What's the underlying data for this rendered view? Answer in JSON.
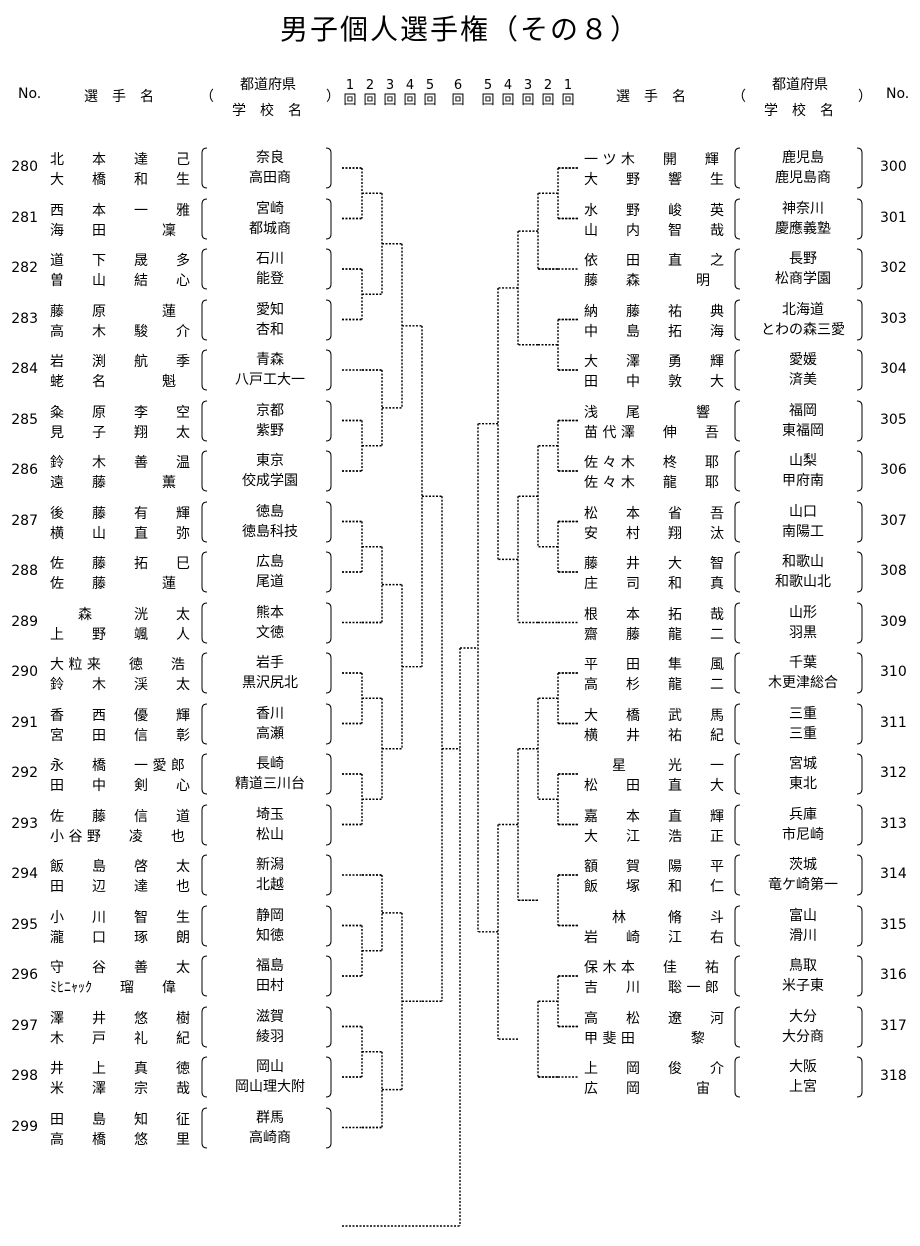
{
  "title": "男子個人選手権（その８）",
  "header": {
    "no": "No.",
    "name": "選　手　名",
    "paren_open": "（",
    "paren_close": "）",
    "pref": "都道府県",
    "school": "学　校　名",
    "rounds_left": [
      "1\n回",
      "2\n回",
      "3\n回",
      "4\n回",
      "5\n回",
      "6\n回"
    ],
    "rounds_right": [
      "5\n回",
      "4\n回",
      "3\n回",
      "2\n回",
      "1\n回"
    ]
  },
  "left": [
    {
      "no": "280",
      "p1": "北　　本　　達　　己",
      "p2": "大　　橋　　和　　生",
      "pref": "奈良",
      "school": "高田商"
    },
    {
      "no": "281",
      "p1": "西　　本　　一　　雅",
      "p2": "海　　田　　　　凜",
      "pref": "宮崎",
      "school": "都城商"
    },
    {
      "no": "282",
      "p1": "道　　下　　晟　　多",
      "p2": "曽　　山　　結　　心",
      "pref": "石川",
      "school": "能登"
    },
    {
      "no": "283",
      "p1": "藤　　原　　　　蓮",
      "p2": "高　　木　　駿　　介",
      "pref": "愛知",
      "school": "杏和"
    },
    {
      "no": "284",
      "p1": "岩　　渕　　航　　季",
      "p2": "蛯　　名　　　　魁",
      "pref": "青森",
      "school": "八戸工大一"
    },
    {
      "no": "285",
      "p1": "粂　　原　　李　　空",
      "p2": "見　　子　　翔　　太",
      "pref": "京都",
      "school": "紫野"
    },
    {
      "no": "286",
      "p1": "鈴　　木　　善　　温",
      "p2": "遠　　藤　　　　薫",
      "pref": "東京",
      "school": "佼成学園"
    },
    {
      "no": "287",
      "p1": "後　　藤　　有　　輝",
      "p2": "横　　山　　直　　弥",
      "pref": "徳島",
      "school": "徳島科技"
    },
    {
      "no": "288",
      "p1": "佐　　藤　　拓　　巳",
      "p2": "佐　　藤　　　　蓮",
      "pref": "広島",
      "school": "尾道"
    },
    {
      "no": "289",
      "p1": "　　森　　　洸　　太",
      "p2": "上　　野　　颯　　人",
      "pref": "熊本",
      "school": "文徳"
    },
    {
      "no": "290",
      "p1": "大 粒 来　　徳　　浩",
      "p2": "鈴　　木　　渓　　太",
      "pref": "岩手",
      "school": "黒沢尻北"
    },
    {
      "no": "291",
      "p1": "香　　西　　優　　輝",
      "p2": "宮　　田　　信　　彰",
      "pref": "香川",
      "school": "高瀬"
    },
    {
      "no": "292",
      "p1": "永　　橋　　一 愛 郎",
      "p2": "田　　中　　剣　　心",
      "pref": "長崎",
      "school": "精道三川台"
    },
    {
      "no": "293",
      "p1": "佐　　藤　　信　　道",
      "p2": "小 谷 野　　凌　　也",
      "pref": "埼玉",
      "school": "松山"
    },
    {
      "no": "294",
      "p1": "飯　　島　　啓　　太",
      "p2": "田　　辺　　達　　也",
      "pref": "新潟",
      "school": "北越"
    },
    {
      "no": "295",
      "p1": "小　　川　　智　　生",
      "p2": "瀧　　口　　琢　　朗",
      "pref": "静岡",
      "school": "知徳"
    },
    {
      "no": "296",
      "p1": "守　　谷　　善　　太",
      "p2": "ﾐﾋﾆｬｯｸ　　瑠　　偉",
      "pref": "福島",
      "school": "田村"
    },
    {
      "no": "297",
      "p1": "澤　　井　　悠　　樹",
      "p2": "木　　戸　　礼　　紀",
      "pref": "滋賀",
      "school": "綾羽"
    },
    {
      "no": "298",
      "p1": "井　　上　　真　　徳",
      "p2": "米　　澤　　宗　　哉",
      "pref": "岡山",
      "school": "岡山理大附"
    },
    {
      "no": "299",
      "p1": "田　　島　　知　　征",
      "p2": "高　　橋　　悠　　里",
      "pref": "群馬",
      "school": "高崎商"
    }
  ],
  "right": [
    {
      "no": "300",
      "p1": "一 ツ 木　　開　　輝",
      "p2": "大　　野　　響　　生",
      "pref": "鹿児島",
      "school": "鹿児島商"
    },
    {
      "no": "301",
      "p1": "水　　野　　峻　　英",
      "p2": "山　　内　　智　　哉",
      "pref": "神奈川",
      "school": "慶應義塾"
    },
    {
      "no": "302",
      "p1": "依　　田　　直　　之",
      "p2": "藤　　森　　　　明",
      "pref": "長野",
      "school": "松商学園"
    },
    {
      "no": "303",
      "p1": "納　　藤　　祐　　典",
      "p2": "中　　島　　拓　　海",
      "pref": "北海道",
      "school": "とわの森三愛"
    },
    {
      "no": "304",
      "p1": "大　　澤　　勇　　輝",
      "p2": "田　　中　　敦　　大",
      "pref": "愛媛",
      "school": "済美"
    },
    {
      "no": "305",
      "p1": "浅　　尾　　　　響",
      "p2": "苗 代 澤　　伸　　吾",
      "pref": "福岡",
      "school": "東福岡"
    },
    {
      "no": "306",
      "p1": "佐 々 木　　柊　　耶",
      "p2": "佐 々 木　　龍　　耶",
      "pref": "山梨",
      "school": "甲府南"
    },
    {
      "no": "307",
      "p1": "松　　本　　省　　吾",
      "p2": "安　　村　　翔　　汰",
      "pref": "山口",
      "school": "南陽工"
    },
    {
      "no": "308",
      "p1": "藤　　井　　大　　智",
      "p2": "庄　　司　　和　　真",
      "pref": "和歌山",
      "school": "和歌山北"
    },
    {
      "no": "309",
      "p1": "根　　本　　拓　　哉",
      "p2": "齋　　藤　　龍　　二",
      "pref": "山形",
      "school": "羽黒"
    },
    {
      "no": "310",
      "p1": "平　　田　　隼　　風",
      "p2": "高　　杉　　龍　　二",
      "pref": "千葉",
      "school": "木更津総合"
    },
    {
      "no": "311",
      "p1": "大　　橋　　武　　馬",
      "p2": "横　　井　　祐　　紀",
      "pref": "三重",
      "school": "三重"
    },
    {
      "no": "312",
      "p1": "　　星　　　光　　一",
      "p2": "松　　田　　直　　大",
      "pref": "宮城",
      "school": "東北"
    },
    {
      "no": "313",
      "p1": "嘉　　本　　直　　輝",
      "p2": "大　　江　　浩　　正",
      "pref": "兵庫",
      "school": "市尼崎"
    },
    {
      "no": "314",
      "p1": "額　　賀　　陽　　平",
      "p2": "飯　　塚　　和　　仁",
      "pref": "茨城",
      "school": "竜ケ崎第一"
    },
    {
      "no": "315",
      "p1": "　　林　　　脩　　斗",
      "p2": "岩　　崎　　江　　右",
      "pref": "富山",
      "school": "滑川"
    },
    {
      "no": "316",
      "p1": "保 木 本　　佳　　祐",
      "p2": "吉　　川　　聡 一 郎",
      "pref": "鳥取",
      "school": "米子東"
    },
    {
      "no": "317",
      "p1": "高　　松　　遼　　河",
      "p2": "甲 斐 田　　　　黎",
      "pref": "大分",
      "school": "大分商"
    },
    {
      "no": "318",
      "p1": "上　　岡　　俊　　介",
      "p2": "広　　岡　　　　宙",
      "pref": "大阪",
      "school": "上宮"
    }
  ]
}
